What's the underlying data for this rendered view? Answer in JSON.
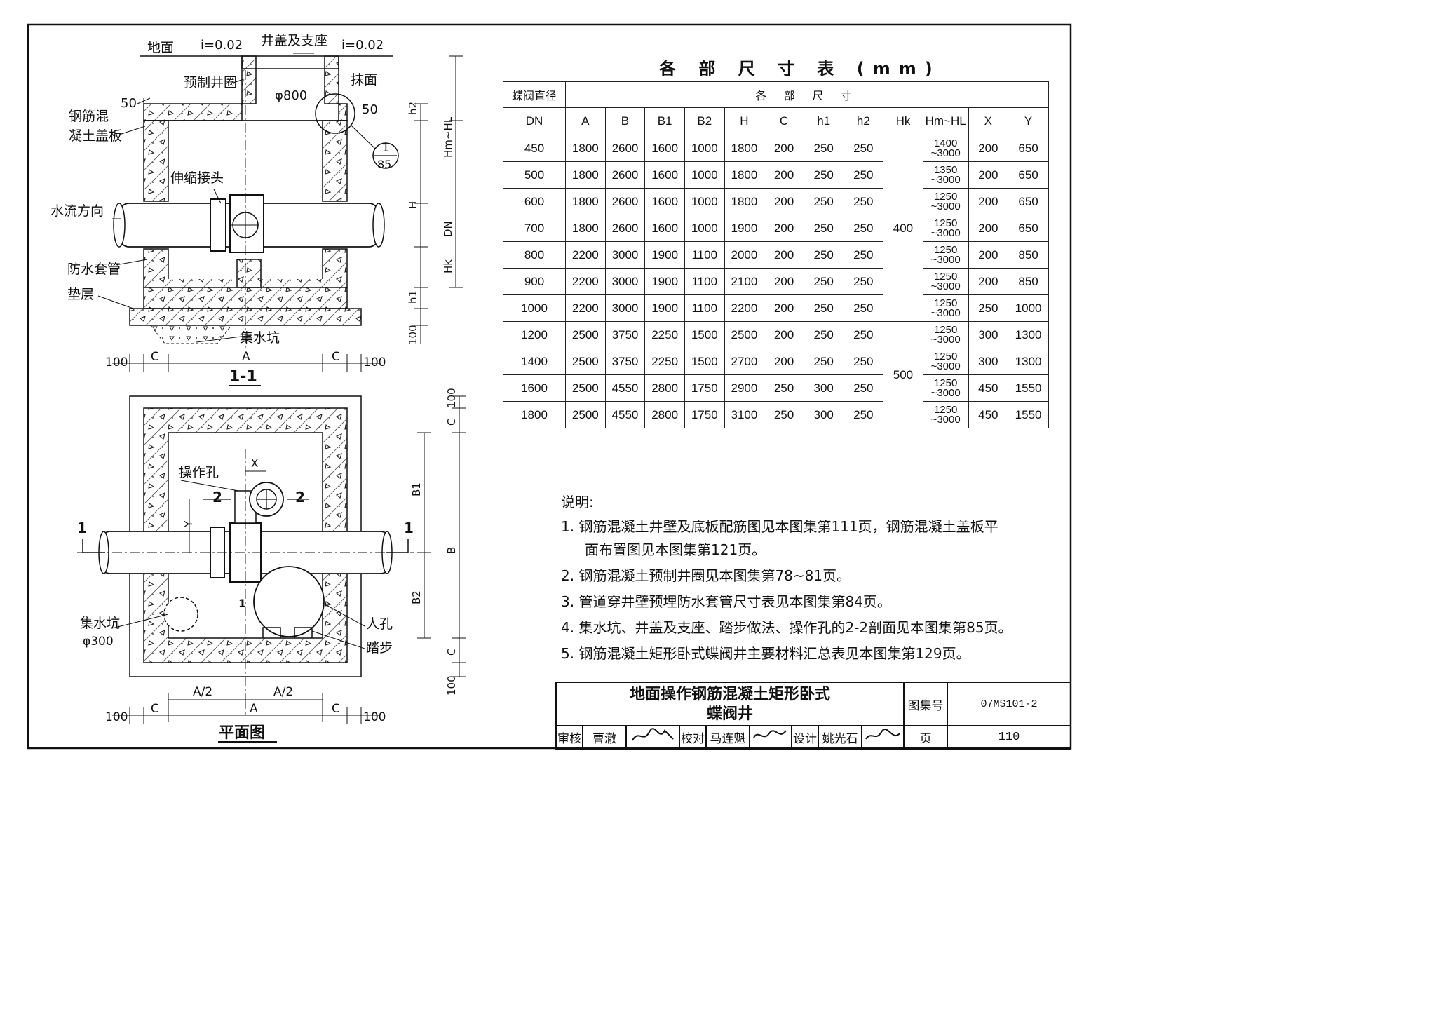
{
  "section_view": {
    "title": "1-1",
    "labels": {
      "ground": "地面",
      "slope_left": "i=0.02",
      "slope_right": "i=0.02",
      "cover_and_seat": "井盖及支座",
      "precast_ring": "预制井圈",
      "plaster": "抹面",
      "diameter_800": "φ800",
      "rc_cover_line1": "钢筋混",
      "rc_cover_line2": "凝土盖板",
      "dim_50_left": "50",
      "dim_50_right": "50",
      "detail_ref_top": "1",
      "detail_ref_bottom": "85",
      "expansion_joint": "伸缩接头",
      "flow_direction": "水流方向",
      "waterproof_sleeve": "防水套管",
      "cushion": "垫层",
      "sump": "集水坑"
    },
    "dims_vertical": [
      "h2",
      "Hm~HL",
      "H",
      "DN",
      "Hk",
      "h1",
      "100"
    ],
    "dims_horizontal": [
      "100",
      "C",
      "A",
      "C",
      "100"
    ]
  },
  "plan_view": {
    "title": "平面图",
    "labels": {
      "operating_hole": "操作孔",
      "x": "X",
      "y": "Y",
      "sec2_left": "2",
      "sec2_right": "2",
      "sec1_left": "1",
      "sec1_right": "1",
      "sec1_inner": "1",
      "sump": "集水坑",
      "sump_dia": "φ300",
      "manhole": "人孔",
      "steps": "踏步"
    },
    "dims_vertical": [
      "100",
      "C",
      "B1",
      "B",
      "B2",
      "C",
      "100"
    ],
    "dims_horizontal_top": [
      "A/2",
      "A/2"
    ],
    "dims_horizontal": [
      "100",
      "C",
      "A",
      "C",
      "100"
    ]
  },
  "table": {
    "title": "各 部 尺 寸 表 (mm)",
    "dn_header": "蝶阀直径",
    "group_header": "各 部 尺 寸",
    "columns": [
      "DN",
      "A",
      "B",
      "B1",
      "B2",
      "H",
      "C",
      "h1",
      "h2",
      "Hk",
      "Hm~HL",
      "X",
      "Y"
    ],
    "rows": [
      [
        "450",
        "1800",
        "2600",
        "1600",
        "1000",
        "1800",
        "200",
        "250",
        "250",
        "1400\n~3000",
        "200",
        "650"
      ],
      [
        "500",
        "1800",
        "2600",
        "1600",
        "1000",
        "1800",
        "200",
        "250",
        "250",
        "1350\n~3000",
        "200",
        "650"
      ],
      [
        "600",
        "1800",
        "2600",
        "1600",
        "1000",
        "1800",
        "200",
        "250",
        "250",
        "1250\n~3000",
        "200",
        "650"
      ],
      [
        "700",
        "1800",
        "2600",
        "1600",
        "1000",
        "1900",
        "200",
        "250",
        "250",
        "1250\n~3000",
        "200",
        "650"
      ],
      [
        "800",
        "2200",
        "3000",
        "1900",
        "1100",
        "2000",
        "200",
        "250",
        "250",
        "1250\n~3000",
        "200",
        "850"
      ],
      [
        "900",
        "2200",
        "3000",
        "1900",
        "1100",
        "2100",
        "200",
        "250",
        "250",
        "1250\n~3000",
        "200",
        "850"
      ],
      [
        "1000",
        "2200",
        "3000",
        "1900",
        "1100",
        "2200",
        "200",
        "250",
        "250",
        "1250\n~3000",
        "250",
        "1000"
      ],
      [
        "1200",
        "2500",
        "3750",
        "2250",
        "1500",
        "2500",
        "200",
        "250",
        "250",
        "1250\n~3000",
        "300",
        "1300"
      ],
      [
        "1400",
        "2500",
        "3750",
        "2250",
        "1500",
        "2700",
        "200",
        "250",
        "250",
        "1250\n~3000",
        "300",
        "1300"
      ],
      [
        "1600",
        "2500",
        "4550",
        "2800",
        "1750",
        "2900",
        "250",
        "300",
        "250",
        "1250\n~3000",
        "450",
        "1550"
      ],
      [
        "1800",
        "2500",
        "4550",
        "2800",
        "1750",
        "3100",
        "250",
        "300",
        "250",
        "1250\n~3000",
        "450",
        "1550"
      ]
    ],
    "hk_groups": [
      {
        "value": "400",
        "rowspan": 7
      },
      {
        "value": "500",
        "rowspan": 4
      }
    ]
  },
  "notes": {
    "title": "说明:",
    "items": [
      "1.  钢筋混凝土井壁及底板配筋图见本图集第111页，钢筋混凝土盖板平",
      "面布置图见本图集第121页。",
      "2.  钢筋混凝土预制井圈见本图集第78~81页。",
      "3.  管道穿井壁预埋防水套管尺寸表见本图集第84页。",
      "4.  集水坑、井盖及支座、踏步做法、操作孔的2-2剖面见本图集第85页。",
      "5.  钢筋混凝土矩形卧式蝶阀井主要材料汇总表见本图集第129页。"
    ]
  },
  "title_block": {
    "title_line1": "地面操作钢筋混凝土矩形卧式",
    "title_line2": "蝶阀井",
    "atlas_label": "图集号",
    "atlas_no": "07MS101-2",
    "review_label": "审核",
    "review_name": "曹澈",
    "check_label": "校对",
    "check_name": "马连魁",
    "design_label": "设计",
    "design_name": "姚光石",
    "page_label": "页",
    "page_no": "110"
  }
}
